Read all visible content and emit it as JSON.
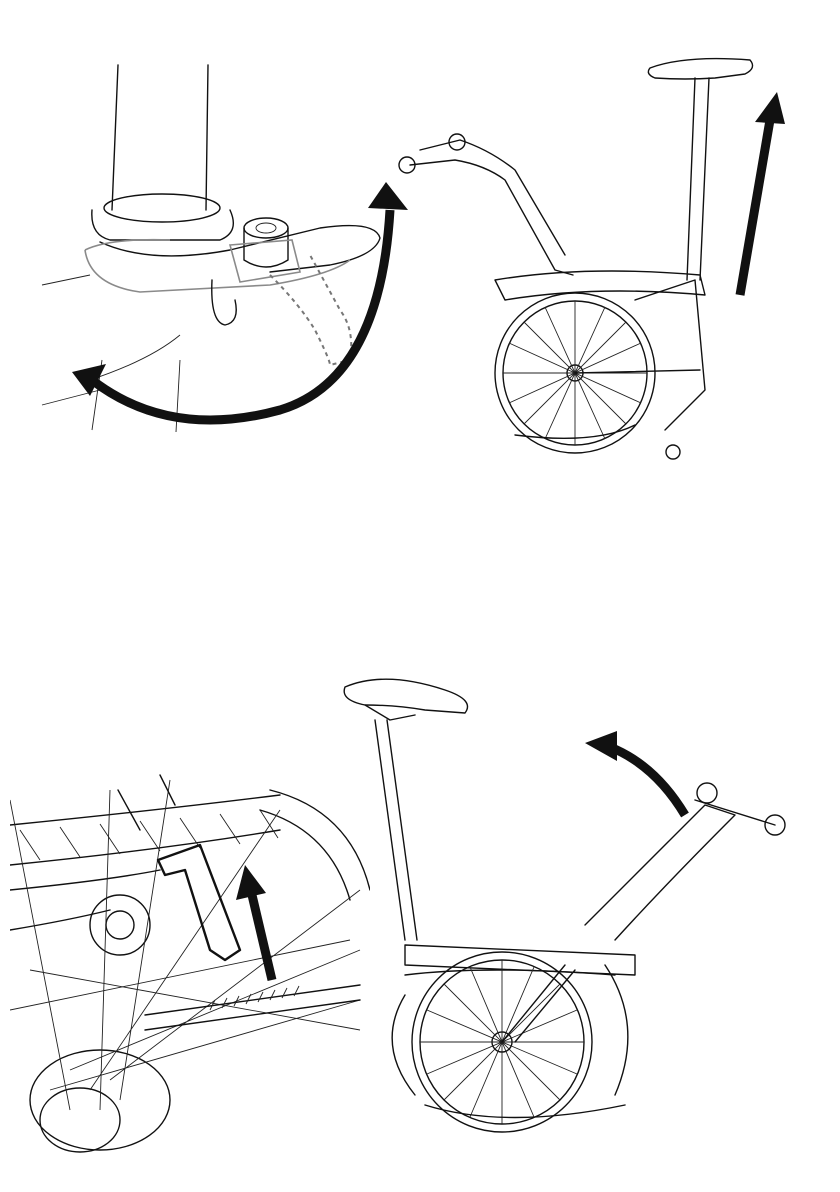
{
  "document": {
    "panels": [
      {
        "id": "clamp-detail",
        "icon": "seat-clamp-lever-icon"
      },
      {
        "id": "bike-raise-seat",
        "icon": "folded-bike-icon"
      },
      {
        "id": "chain-hook-detail",
        "icon": "rear-hub-hook-icon"
      },
      {
        "id": "bike-unfold-front",
        "icon": "unfolding-bike-icon"
      }
    ],
    "colors": {
      "line": "#111111",
      "ghost": "#8a8a8a",
      "background": "#ffffff"
    }
  }
}
